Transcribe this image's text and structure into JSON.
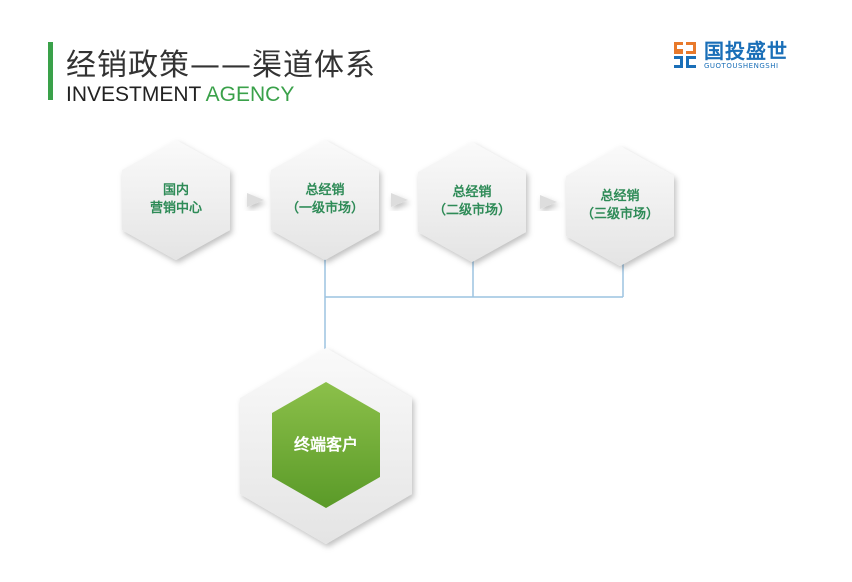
{
  "header": {
    "title": "经销政策——渠道体系",
    "subtitle_a": "INVESTMENT",
    "subtitle_b": "AGENCY"
  },
  "logo": {
    "cn": "国投盛世",
    "en": "GUOTOUSHENGSHI"
  },
  "nodes": [
    {
      "line1": "国内",
      "line2": "营销中心"
    },
    {
      "line1": "总经销",
      "line2": "（一级市场）"
    },
    {
      "line1": "总经销",
      "line2": "（二级市场）"
    },
    {
      "line1": "总经销",
      "line2": "（三级市场）"
    }
  ],
  "terminal": {
    "label": "终端客户"
  },
  "colors": {
    "accent": "#3aa14a",
    "connector": "#9cc3e0",
    "terminal": "#6aa82f"
  }
}
